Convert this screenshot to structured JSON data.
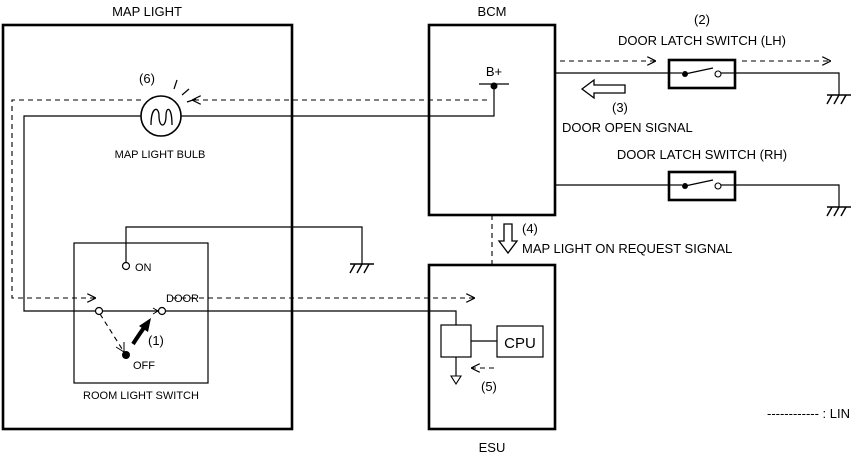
{
  "blocks": {
    "map_light": "MAP LIGHT",
    "bcm": "BCM",
    "esu": "ESU",
    "cpu": "CPU"
  },
  "components": {
    "map_light_bulb": "MAP LIGHT BULB",
    "room_light_switch": "ROOM LIGHT SWITCH",
    "door_latch_lh": "DOOR LATCH SWITCH (LH)",
    "door_latch_rh": "DOOR LATCH SWITCH (RH)"
  },
  "terminals": {
    "b_plus": "B+",
    "on": "ON",
    "door": "DOOR",
    "off": "OFF"
  },
  "signals": {
    "door_open": "DOOR OPEN SIGNAL",
    "map_light_on_request": "MAP LIGHT ON REQUEST SIGNAL"
  },
  "markers": {
    "m1": "(1)",
    "m2": "(2)",
    "m3": "(3)",
    "m4": "(4)",
    "m5": "(5)",
    "m6": "(6)"
  },
  "legend": {
    "lin": "------------ : LIN"
  }
}
